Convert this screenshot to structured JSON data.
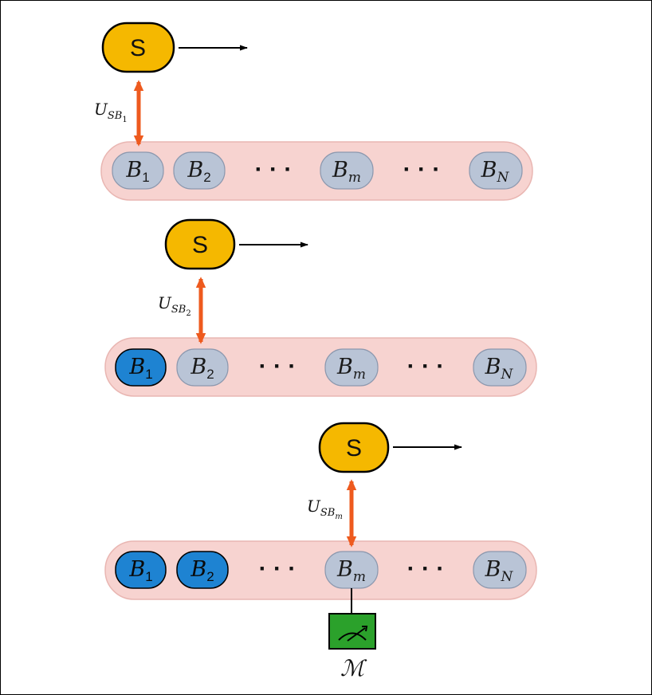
{
  "colors": {
    "system_fill": "#F5B800",
    "chain_fill": "#F7D3D0",
    "chain_stroke": "#E9B6B2",
    "bath_unused": "#B9C4D6",
    "bath_used": "#1E83D2",
    "coupling_arrow": "#EE5A1E",
    "meter_fill": "#2BA12B"
  },
  "icons": {
    "motion_arrow": "arrow-right-icon",
    "coupling_arrow": "double-arrow-icon",
    "meter": "measurement-meter-icon"
  },
  "system_label": "S",
  "dots": "· · ·",
  "measurement_symbol": "ℳ",
  "panels": [
    {
      "coupling": {
        "U": "U",
        "sub": "SB",
        "subsub": "1"
      },
      "baths": [
        {
          "B": "B",
          "sub": "1",
          "used": false
        },
        {
          "B": "B",
          "sub": "2",
          "used": false
        },
        {
          "B": "B",
          "sub": "m",
          "used": false
        },
        {
          "B": "B",
          "sub": "N",
          "used": false
        }
      ]
    },
    {
      "coupling": {
        "U": "U",
        "sub": "SB",
        "subsub": "2"
      },
      "baths": [
        {
          "B": "B",
          "sub": "1",
          "used": true
        },
        {
          "B": "B",
          "sub": "2",
          "used": false
        },
        {
          "B": "B",
          "sub": "m",
          "used": false
        },
        {
          "B": "B",
          "sub": "N",
          "used": false
        }
      ]
    },
    {
      "coupling": {
        "U": "U",
        "sub": "SB",
        "subsub": "m"
      },
      "baths": [
        {
          "B": "B",
          "sub": "1",
          "used": true
        },
        {
          "B": "B",
          "sub": "2",
          "used": true
        },
        {
          "B": "B",
          "sub": "m",
          "used": false
        },
        {
          "B": "B",
          "sub": "N",
          "used": false
        }
      ],
      "measured": true
    }
  ]
}
